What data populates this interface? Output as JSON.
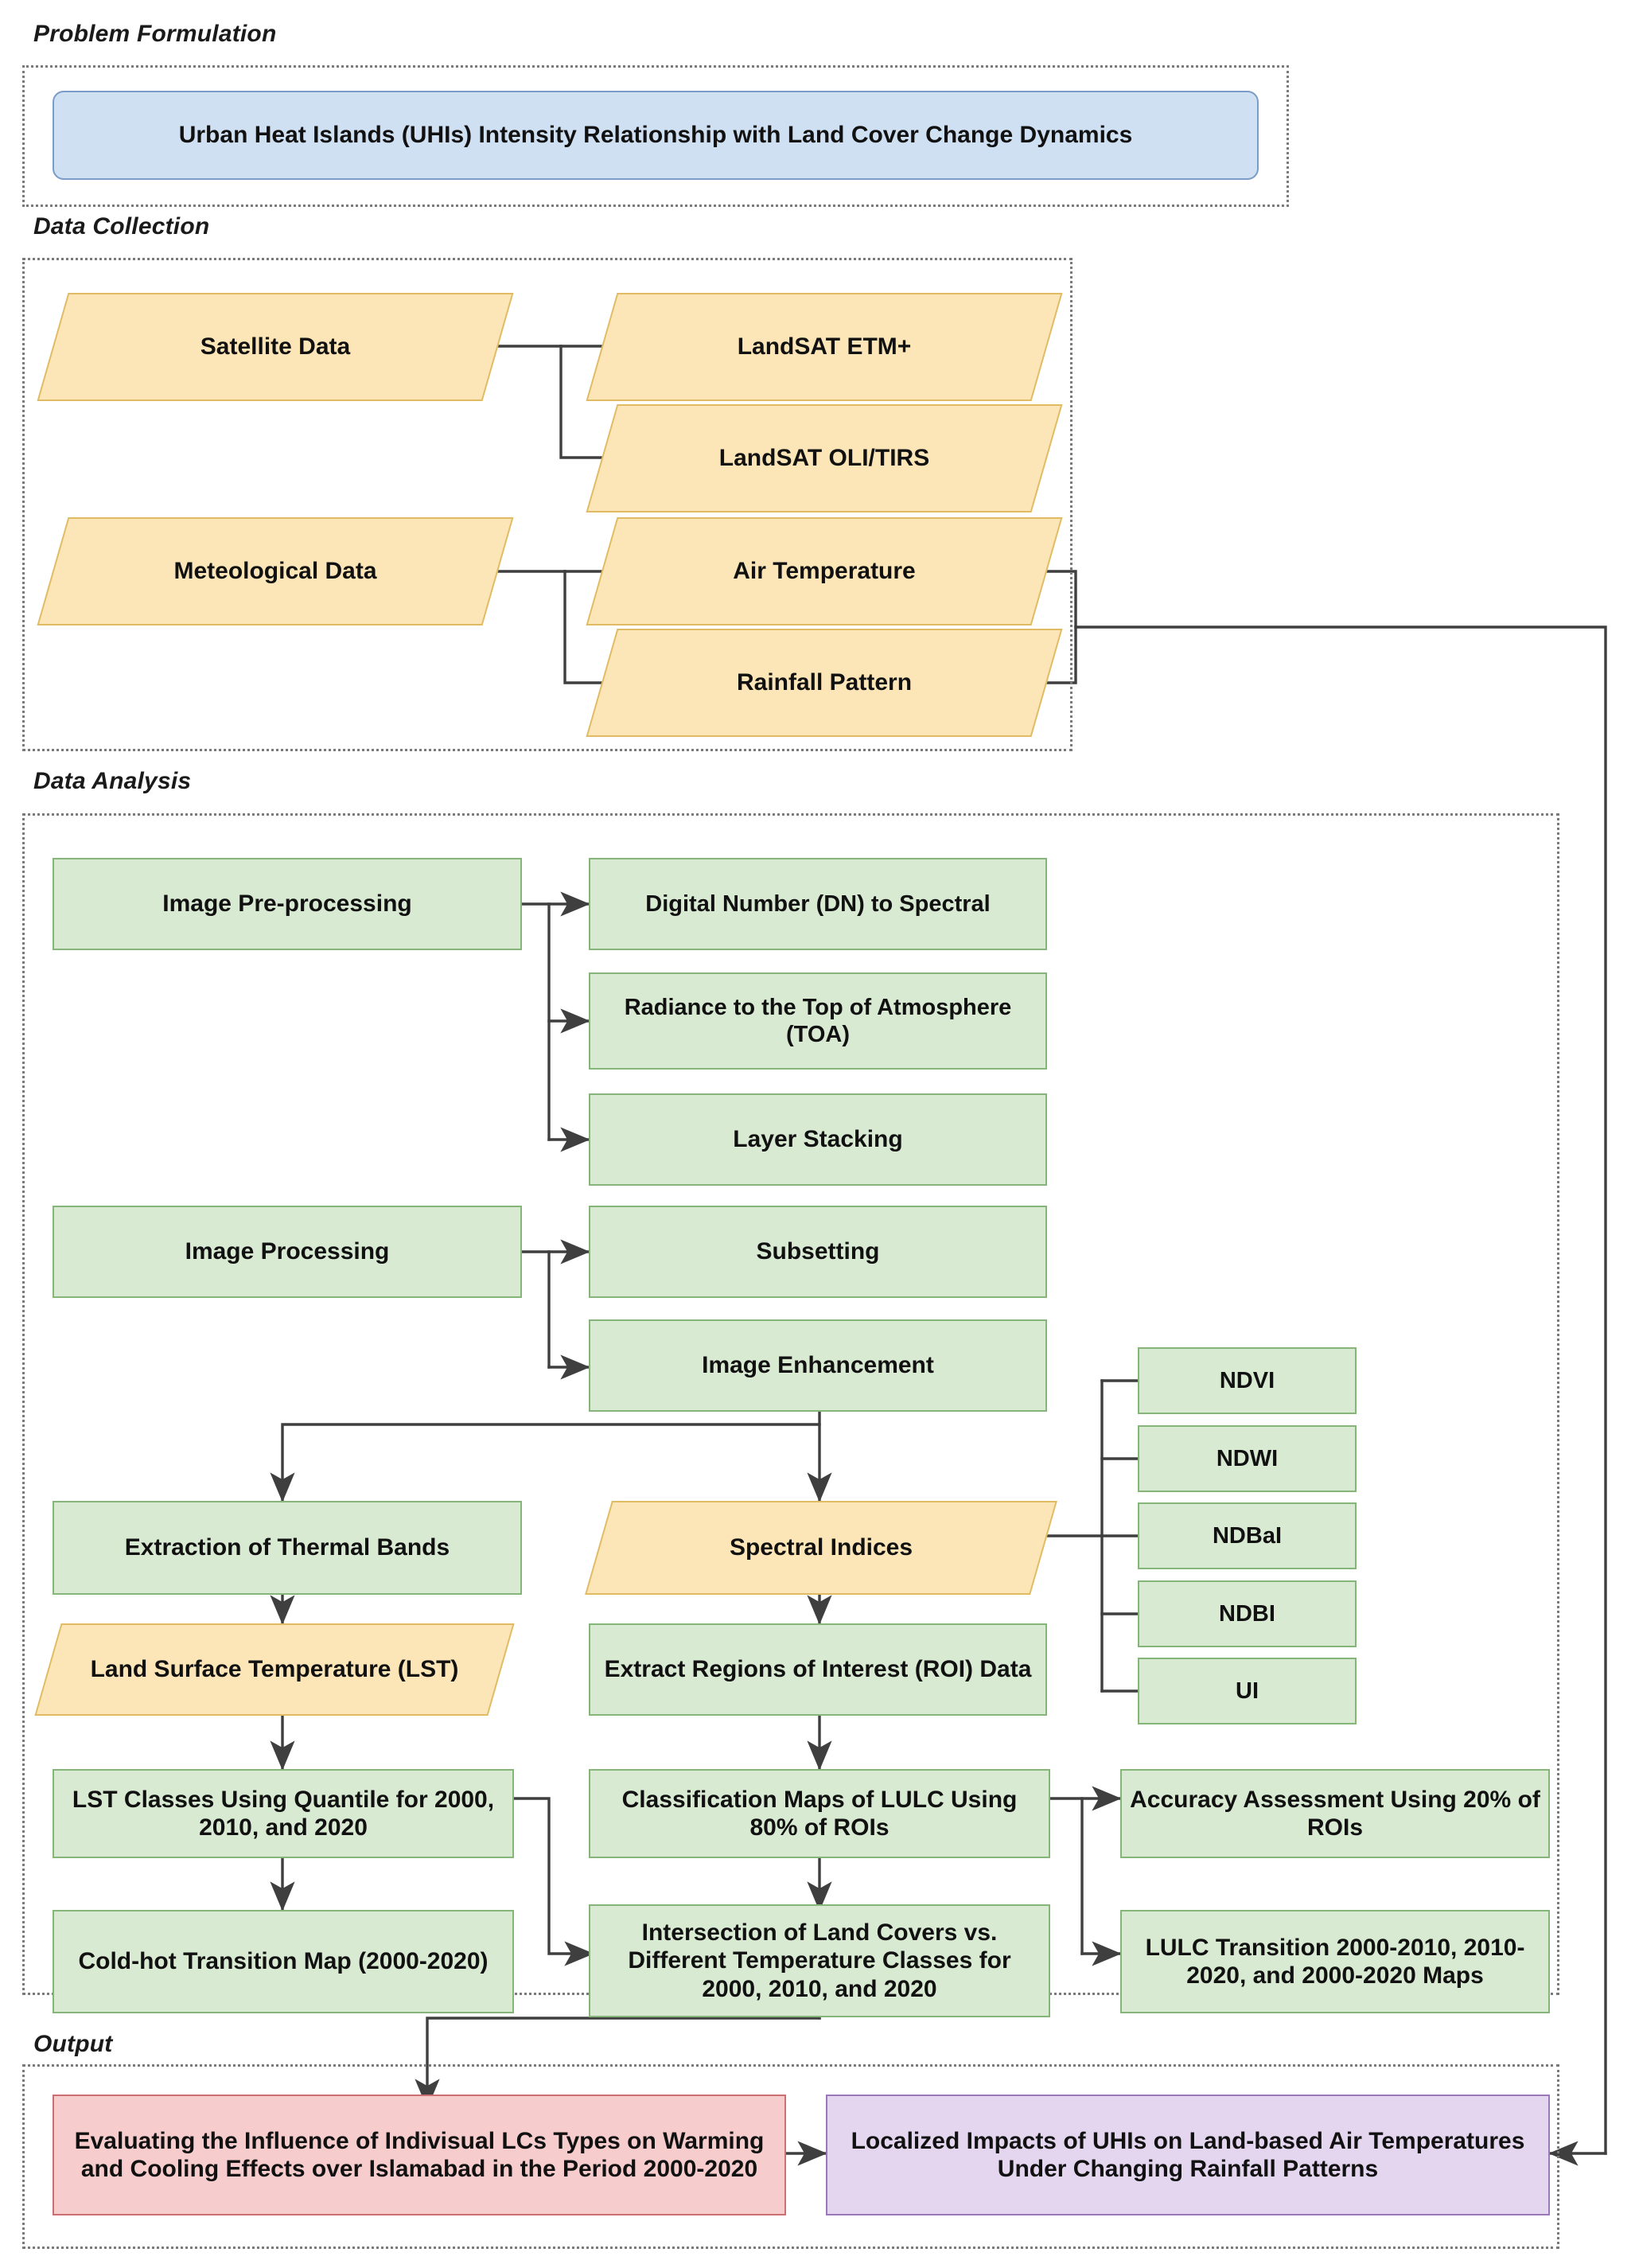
{
  "sections": {
    "problem": "Problem Formulation",
    "collection": "Data Collection",
    "analysis": "Data Analysis",
    "output": "Output"
  },
  "problem_formulation": {
    "title": "Urban Heat Islands (UHIs) Intensity Relationship with Land Cover Change Dynamics"
  },
  "data_collection": {
    "satellite_data": "Satellite Data",
    "landsat_etm": "LandSAT ETM+",
    "landsat_oli": "LandSAT OLI/TIRS",
    "meteorological_data": "Meteological Data",
    "air_temperature": "Air Temperature",
    "rainfall_pattern": "Rainfall Pattern"
  },
  "data_analysis": {
    "image_preprocessing": "Image Pre-processing",
    "dn_to_spectral": "Digital Number (DN) to Spectral",
    "radiance_toa": "Radiance to the Top of Atmosphere (TOA)",
    "layer_stacking": "Layer Stacking",
    "image_processing": "Image Processing",
    "subsetting": "Subsetting",
    "image_enhancement": "Image Enhancement",
    "extraction_thermal_bands": "Extraction of Thermal Bands",
    "spectral_indices": "Spectral Indices",
    "indices": [
      "NDVI",
      "NDWI",
      "NDBaI",
      "NDBI",
      "UI"
    ],
    "land_surface_temperature": "Land Surface Temperature (LST)",
    "extract_roi": "Extract Regions of Interest (ROI) Data",
    "lst_classes": "LST Classes Using Quantile for 2000, 2010, and 2020",
    "classification_maps": "Classification Maps of LULC Using 80% of ROIs",
    "accuracy_assessment": "Accuracy Assessment Using 20% of ROIs",
    "cold_hot_transition": "Cold-hot Transition Map (2000-2020)",
    "intersection_land_covers": "Intersection of Land Covers vs. Different Temperature Classes for 2000, 2010, and 2020",
    "lulc_transition": "LULC Transition 2000-2010, 2010-2020, and 2000-2020 Maps"
  },
  "output": {
    "evaluating_influence": "Evaluating the Influence of Indivisual LCs Types on Warming and Cooling Effects over Islamabad in the Period 2000-2020",
    "localized_impacts": "Localized Impacts of UHIs on Land-based Air Temperatures Under Changing Rainfall Patterns"
  },
  "colors": {
    "green_fill": "#d9ead3",
    "green_border": "#86b579",
    "yellow_fill": "#fce5b6",
    "yellow_border": "#e0bb63",
    "blue_fill": "#cfe0f3",
    "blue_border": "#7a9cc6",
    "red_fill": "#f6cccc",
    "red_border": "#cc6f72",
    "purple_fill": "#e5d6ef",
    "purple_border": "#9a79b8",
    "connector": "#3f3f3f",
    "group_border": "#7a7a7a"
  }
}
